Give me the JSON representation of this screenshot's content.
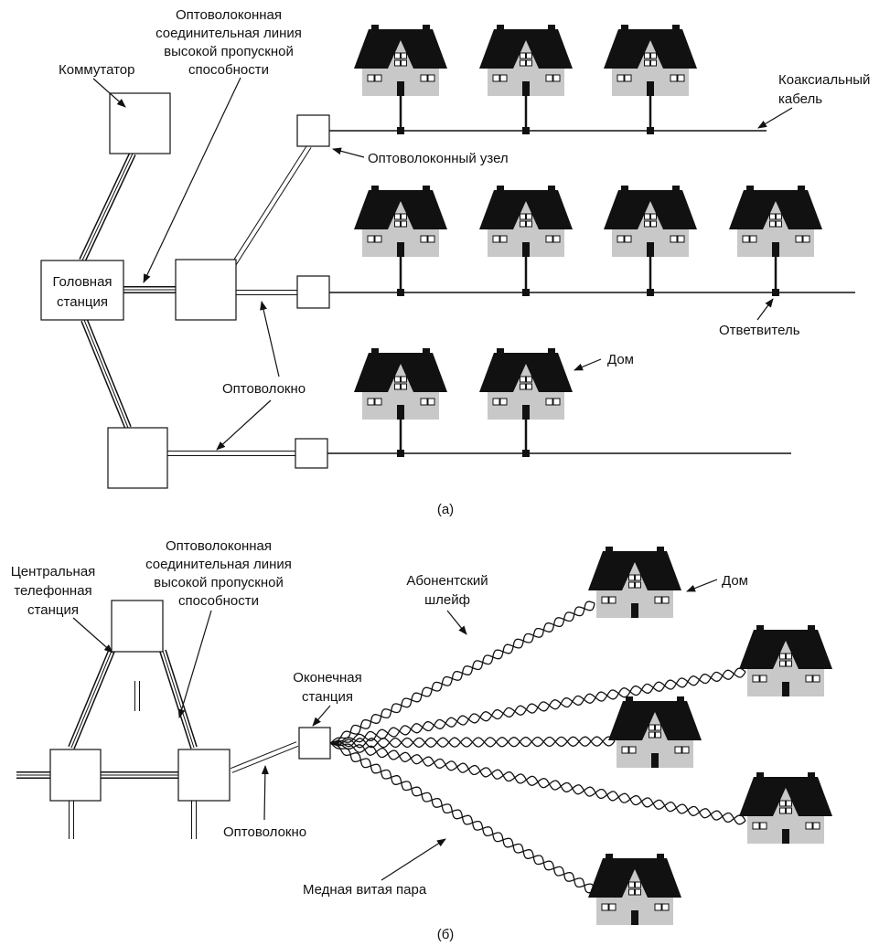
{
  "part_a": {
    "caption": "(а)",
    "labels": {
      "switch": "Коммутатор",
      "trunk_line1": "Оптоволоконная",
      "trunk_line2": "соединительная линия",
      "trunk_line3": "высокой пропускной",
      "trunk_line4": "способности",
      "headend_line1": "Головная",
      "headend_line2": "станция",
      "fiber_node": "Оптоволоконный узел",
      "coax_line1": "Коаксиальный",
      "coax_line2": "кабель",
      "tap": "Ответвитель",
      "fiber": "Оптоволокно",
      "house": "Дом"
    }
  },
  "part_b": {
    "caption": "(б)",
    "labels": {
      "central_line1": "Центральная",
      "central_line2": "телефонная",
      "central_line3": "станция",
      "trunk_line1": "Оптоволоконная",
      "trunk_line2": "соединительная линия",
      "trunk_line3": "высокой пропускной",
      "trunk_line4": "способности",
      "end_office_line1": "Оконечная",
      "end_office_line2": "станция",
      "local_loop_line1": "Абонентский",
      "local_loop_line2": "шлейф",
      "fiber": "Оптоволокно",
      "twisted_pair": "Медная витая пара",
      "house": "Дом"
    }
  },
  "colors": {
    "roof": "#111111",
    "wall": "#c8c8c8",
    "line": "#111111",
    "background": "#ffffff"
  },
  "icons": [
    "house-icon",
    "arrow-icon"
  ]
}
